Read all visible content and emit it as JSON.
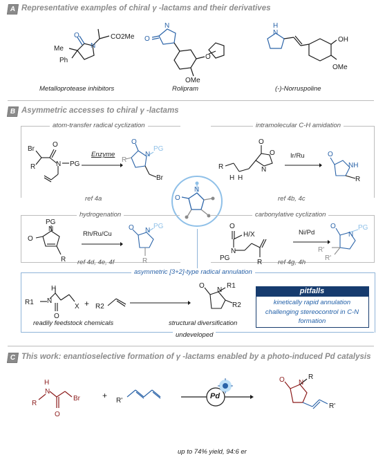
{
  "sectionA": {
    "tag": "A",
    "title": "Representative examples of chiral γ -lactams and their derivatives",
    "compounds": [
      {
        "caption": "Metalloprotease inhibitors"
      },
      {
        "caption": "Rolipram"
      },
      {
        "caption": "(-)-Norruspoline"
      }
    ]
  },
  "sectionB": {
    "tag": "B",
    "title": "Asymmetric accesses to chiral γ -lactams",
    "panels": {
      "atrc": {
        "title": "atom-transfer radical cyclization",
        "reagent": "Enzyme",
        "ref": "ref 4a"
      },
      "ch": {
        "title": "intramolecular C-H amidation",
        "reagent": "Ir/Ru",
        "ref": "ref 4b, 4c"
      },
      "hyd": {
        "title": "hydrogenation",
        "reagent": "Rh/Ru/Cu",
        "ref": "ref 4d, 4e, 4f"
      },
      "carb": {
        "title": "carbonylative cyclization",
        "reagent": "Ni/Pd",
        "ref": "ref 4g, 4h"
      }
    },
    "annulation": {
      "title": "asymmetric [3+2]-type radical annulation",
      "left_caption": "readily feedstock chemicals",
      "right_caption": "structural diversification",
      "status": "undeveloped",
      "pitfalls": {
        "heading": "pitfalls",
        "lines": [
          "kinetically rapid annulation",
          "challenging stereocontrol in C-N",
          "formation"
        ]
      }
    }
  },
  "sectionC": {
    "tag": "C",
    "title": "This work: enantioselective formation of γ -lactams enabled by a photo-induced Pd catalysis",
    "catalyst": "Pd",
    "result": "up to 74% yield, 94:6 er"
  },
  "chem": {
    "co2me": "CO2Me",
    "me": "Me",
    "ph": "Ph",
    "n": "N",
    "nh": "NH",
    "h": "H",
    "o": "O",
    "ome": "OMe",
    "oh": "OH",
    "br": "Br",
    "pg": "PG",
    "r": "R",
    "x": "X",
    "hx": "H/X",
    "r1": "R1",
    "r2": "R2",
    "rp": "R'",
    "plus": "+"
  },
  "colors": {
    "accent_blue": "#2a63a8",
    "dark_red": "#8b1a1a",
    "light_blue": "#8fc0e8",
    "navy": "#163b6e"
  }
}
